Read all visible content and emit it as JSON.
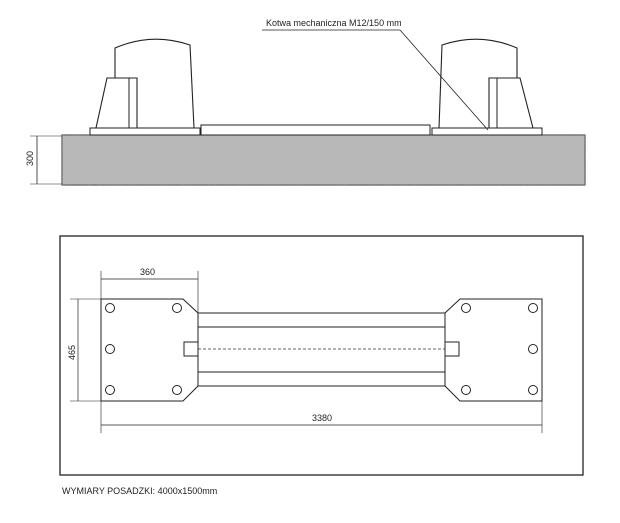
{
  "elevation": {
    "anchor_label": "Kotwa mechaniczna M12/150 mm",
    "height_dim": "300"
  },
  "plan": {
    "width_dim": "360",
    "depth_dim": "465",
    "length_dim": "3380"
  },
  "footer": {
    "pad_dimensions": "WYMIARY POSADZKI: 4000x1500mm"
  },
  "colors": {
    "line": "#1a1a1a",
    "concrete": "#b4b4b4",
    "concrete_speckle": "#9a9a9a"
  }
}
